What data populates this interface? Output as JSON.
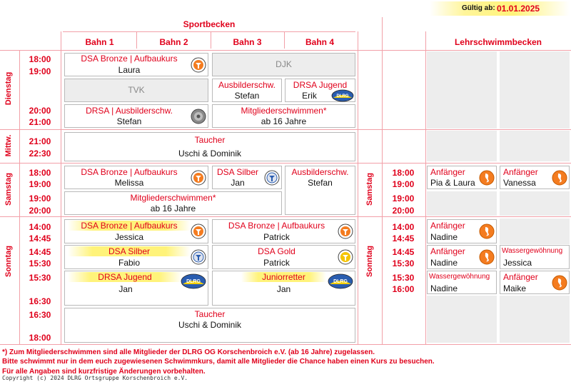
{
  "valid": {
    "label": "Gültig ab:",
    "date": "01.01.2025"
  },
  "headers": {
    "sportbecken": "Sportbecken",
    "bahn1": "Bahn 1",
    "bahn2": "Bahn 2",
    "bahn3": "Bahn 3",
    "bahn4": "Bahn 4",
    "lehrschwimmbecken": "Lehrschwimmbecken"
  },
  "days": {
    "dienstag": "Dienstag",
    "mittwoch": "Mittw.",
    "samstag": "Samstag",
    "sonntag": "Sonntag"
  },
  "times": {
    "t1800": "18:00",
    "t1900": "19:00",
    "t2000": "20:00",
    "t2100": "21:00",
    "t2230": "22:30",
    "t1400": "14:00",
    "t1445": "14:45",
    "t1530": "15:30",
    "t1630": "16:30",
    "t1600": "16:00"
  },
  "sessions": {
    "di_dsa_bronze": {
      "title": "DSA Bronze | Aufbaukurs",
      "trainer": "Laura"
    },
    "di_djk": {
      "title": "DJK"
    },
    "di_tvk": {
      "title": "TVK"
    },
    "di_ausbilder": {
      "title": "Ausbilderschw.",
      "trainer": "Stefan"
    },
    "di_drsa_jugend": {
      "title": "DRSA Jugend",
      "trainer": "Erik"
    },
    "di_drsa_ausbilder": {
      "title": "DRSA | Ausbilderschw.",
      "trainer": "Stefan"
    },
    "di_mitglieder": {
      "title": "Mitgliederschwimmen*",
      "trainer": "ab 16 Jahre"
    },
    "mi_taucher": {
      "title": "Taucher",
      "trainer": "Uschi & Dominik"
    },
    "sa_dsa_bronze": {
      "title": "DSA Bronze | Aufbaukurs",
      "trainer": "Melissa"
    },
    "sa_dsa_silber": {
      "title": "DSA Silber",
      "trainer": "Jan"
    },
    "sa_ausbilder": {
      "title": "Ausbilderschw.",
      "trainer": "Stefan"
    },
    "sa_mitglieder": {
      "title": "Mitgliederschwimmen*",
      "trainer": "ab 16 Jahre"
    },
    "so_dsa_bronze_1": {
      "title": "DSA Bronze | Aufbaukurs",
      "trainer": "Jessica"
    },
    "so_dsa_bronze_2": {
      "title": "DSA Bronze | Aufbaukurs",
      "trainer": "Patrick"
    },
    "so_dsa_silber": {
      "title": "DSA Silber",
      "trainer": "Fabio"
    },
    "so_dsa_gold": {
      "title": "DSA Gold",
      "trainer": "Patrick"
    },
    "so_drsa_jugend": {
      "title": "DRSA Jugend",
      "trainer": "Jan"
    },
    "so_juniorretter": {
      "title": "Juniorretter",
      "trainer": "Jan"
    },
    "so_taucher": {
      "title": "Taucher",
      "trainer": "Uschi & Dominik"
    }
  },
  "lehr": {
    "sa_1": {
      "title": "Anfänger",
      "trainer": "Pia & Laura"
    },
    "sa_2": {
      "title": "Anfänger",
      "trainer": "Vanessa"
    },
    "so_1400_1": {
      "title": "Anfänger",
      "trainer": "Nadine"
    },
    "so_1445_1": {
      "title": "Anfänger",
      "trainer": "Nadine"
    },
    "so_1445_2": {
      "title": "Wassergewöhnung",
      "trainer": "Jessica"
    },
    "so_1530_1": {
      "title": "Wassergewöhnung",
      "trainer": "Nadine"
    },
    "so_1530_2": {
      "title": "Anfänger",
      "trainer": "Maike"
    }
  },
  "footer": {
    "line1": "*) Zum Mitgliederschwimmen sind alle Mitglieder der DLRG OG Korschenbroich e.V. (ab 16 Jahre) zugelassen.",
    "line2": "Bitte schwimmt nur in dem euch zugewiesenen Schwimmkurs, damit alle Mitglieder die Chance haben einen Kurs zu besuchen.",
    "line3": "Für alle Angaben sind kurzfristige Änderungen vorbehalten.",
    "copyright": "Copyright (c) 2024 DLRG Ortsgruppe Korschenbroich e.V."
  },
  "colors": {
    "accent": "#e0001b",
    "highlight": "#fff37a",
    "grey_cell": "#ededed",
    "badge_orange": "#f47c20",
    "badge_blue": "#2a5db0"
  },
  "icons": {
    "badge_bronze": "dsa-bronze-badge-icon",
    "badge_silver": "dsa-silver-badge-icon",
    "badge_gold": "dsa-gold-badge-icon",
    "badge_drsa": "drsa-badge-icon",
    "badge_dlrg": "dlrg-jugend-badge-icon",
    "seahorse": "seahorse-icon"
  }
}
